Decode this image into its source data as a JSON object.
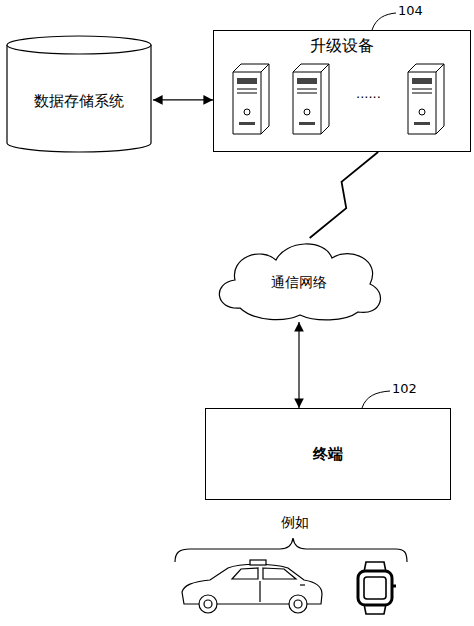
{
  "diagram": {
    "nodes": [
      {
        "text": [
          "数据存储系统"
        ]
      },
      {
        "text": [
          "升级设备"
        ]
      },
      {
        "text": [
          "通信网络"
        ]
      },
      {
        "text": [
          "终端"
        ]
      }
    ],
    "edges": [
      {
        "from": 0,
        "to": 1,
        "arrow": "both"
      },
      {
        "from": 1,
        "to": 2,
        "arrow": "none"
      },
      {
        "from": 2,
        "to": 3,
        "arrow": "both"
      }
    ],
    "labels": [
      "104",
      "102",
      "例如",
      "......"
    ]
  }
}
